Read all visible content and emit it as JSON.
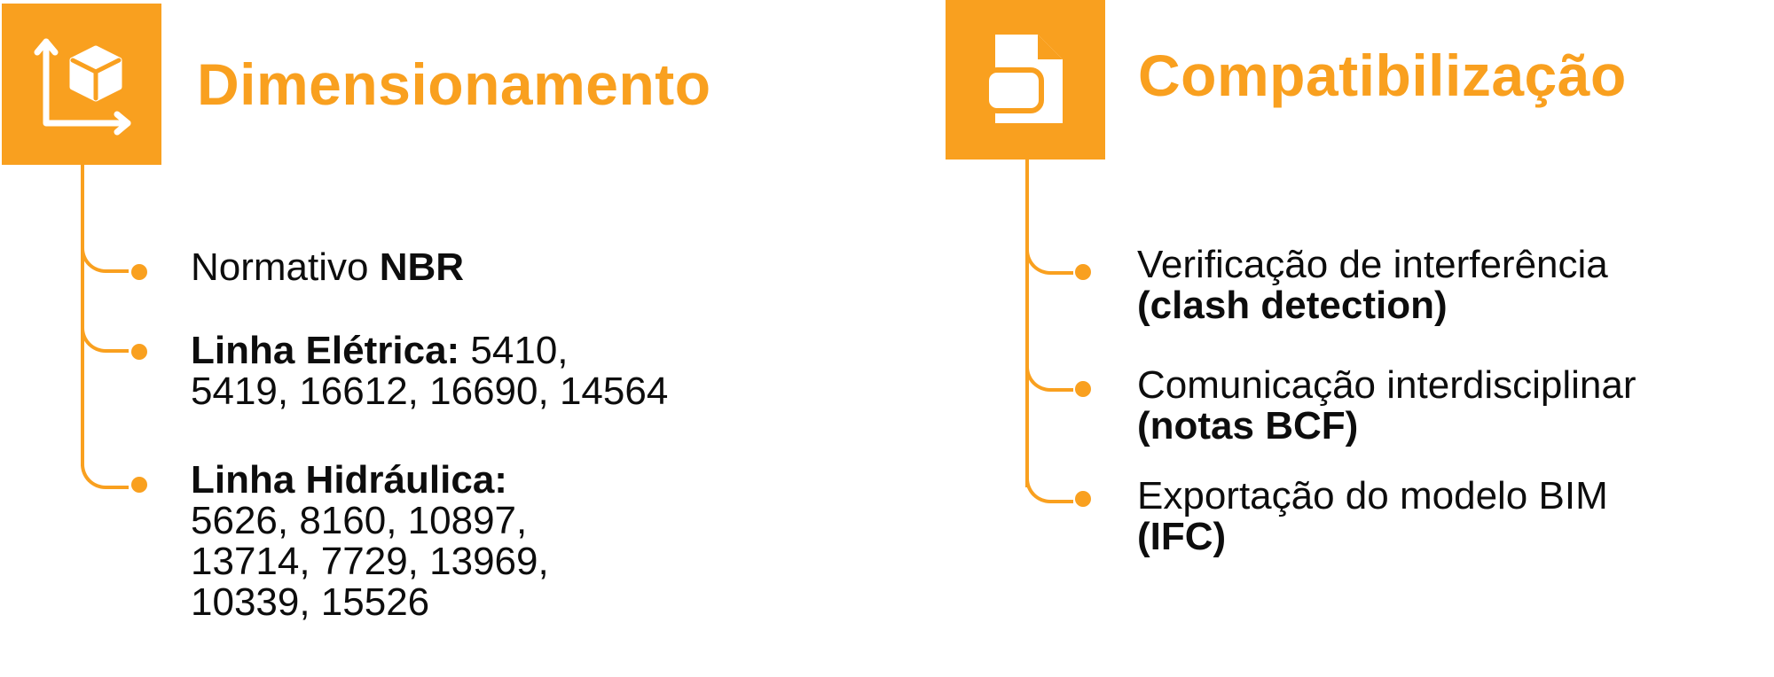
{
  "colors": {
    "accent": "#f9a01f",
    "text": "#0d0d0d"
  },
  "left": {
    "icon": "3d-axis-cube-icon",
    "title": "Dimensionamento",
    "items": [
      {
        "plain_before": "Normativo ",
        "bold": "NBR",
        "lines": []
      },
      {
        "plain_before": "",
        "bold": "Linha Elétrica:",
        "first_rest": " 5410,",
        "lines": [
          "5419, 16612, 16690, 14564"
        ]
      },
      {
        "plain_before": "",
        "bold": "Linha Hidráulica:",
        "first_rest": "",
        "lines": [
          "5626, 8160, 10897,",
          "13714, 7729, 13969,",
          "10339, 15526"
        ]
      }
    ]
  },
  "right": {
    "icon": "document-icon",
    "title": "Compatibilização",
    "items": [
      {
        "line1": "Verificação de interferência",
        "line2": "(clash detection)"
      },
      {
        "line1": "Comunicação interdisciplinar",
        "line2": "(notas BCF)"
      },
      {
        "line1": "Exportação do modelo BIM",
        "line2": "(IFC)"
      }
    ]
  }
}
